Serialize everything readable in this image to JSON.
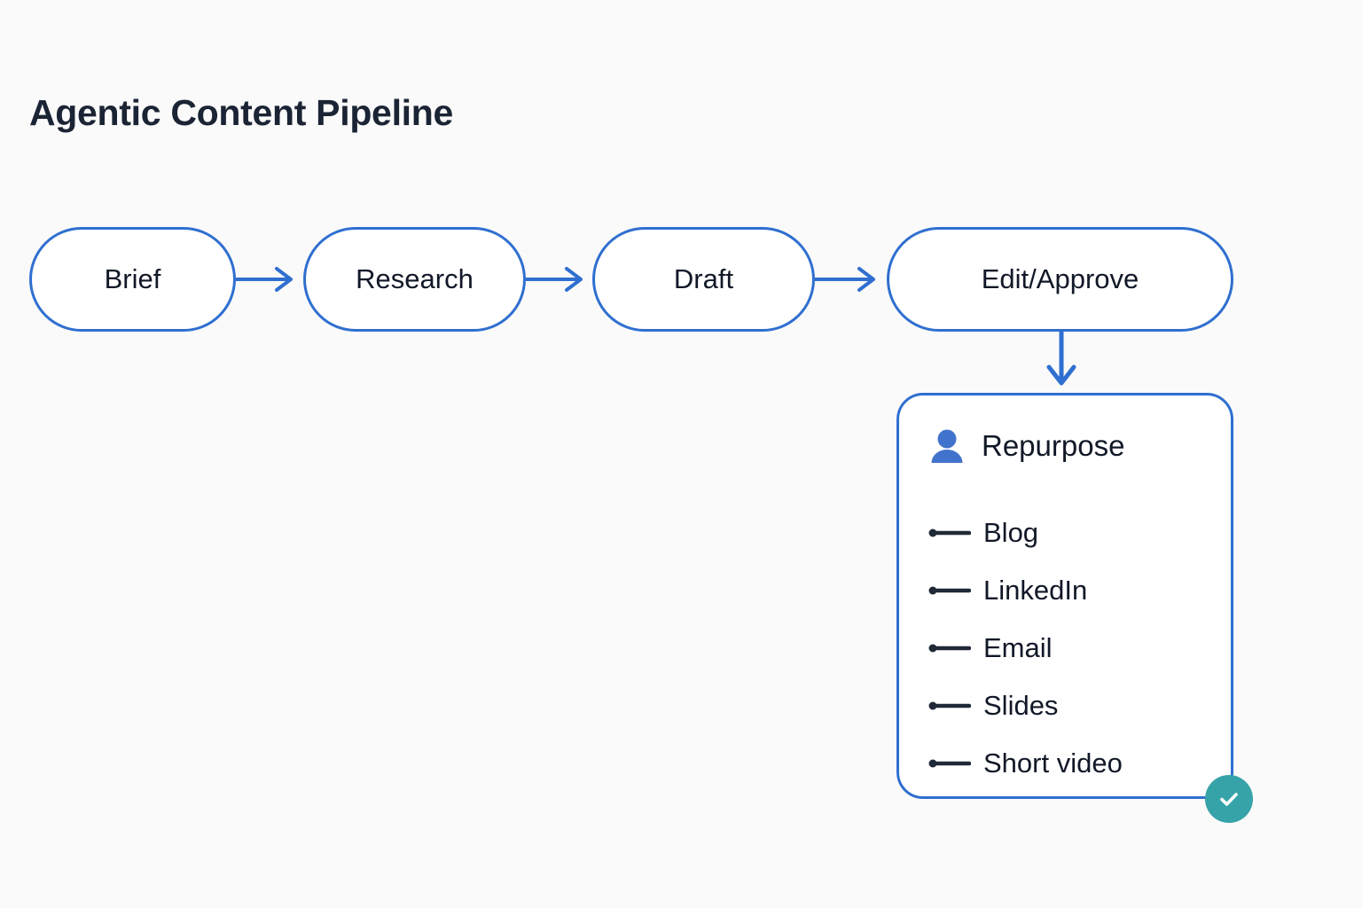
{
  "page": {
    "title": "Agentic Content Pipeline",
    "background_color": "#fafafa"
  },
  "theme": {
    "node_border": "#2f6fd0",
    "node_fill": "#ffffff",
    "connector": "#2f6fd0",
    "text": "#111827",
    "title_text": "#1b2434",
    "icon_blue": "#4273cc",
    "bullet_dark": "#1f2937",
    "badge_teal": "#36a3a8"
  },
  "pipeline": {
    "nodes": [
      {
        "id": "brief",
        "label": "Brief"
      },
      {
        "id": "research",
        "label": "Research"
      },
      {
        "id": "draft",
        "label": "Draft"
      },
      {
        "id": "approve",
        "label": "Edit/Approve"
      }
    ]
  },
  "repurpose_card": {
    "icon": "person-icon",
    "title": "Repurpose",
    "items": [
      {
        "label": "Blog"
      },
      {
        "label": "LinkedIn"
      },
      {
        "label": "Email"
      },
      {
        "label": "Slides"
      },
      {
        "label": "Short video"
      }
    ],
    "status": {
      "icon": "check-icon",
      "color": "#36a3a8"
    }
  }
}
